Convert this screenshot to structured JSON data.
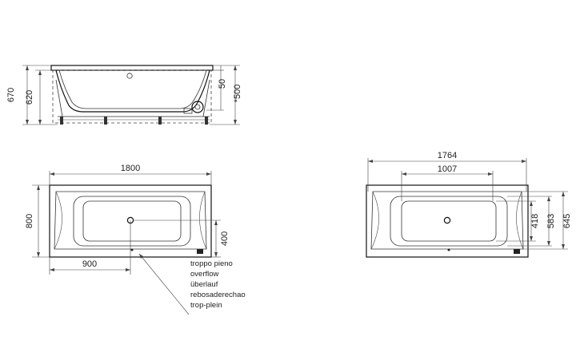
{
  "side_view": {
    "height_total": "670",
    "height_rim": "620",
    "depth_offset": "50",
    "adjustable_height": "*500"
  },
  "top_view_left": {
    "length": "1800",
    "width": "800",
    "half_length": "900",
    "half_width": "400",
    "overflow_labels": [
      "troppo pieno",
      "overflow",
      "überlauf",
      "rebosaderechao",
      "trop-plein"
    ]
  },
  "top_view_right": {
    "inner_length": "1764",
    "floor_length": "1007",
    "floor_width": "418",
    "inner_width_a": "583",
    "inner_width_b": "645"
  }
}
